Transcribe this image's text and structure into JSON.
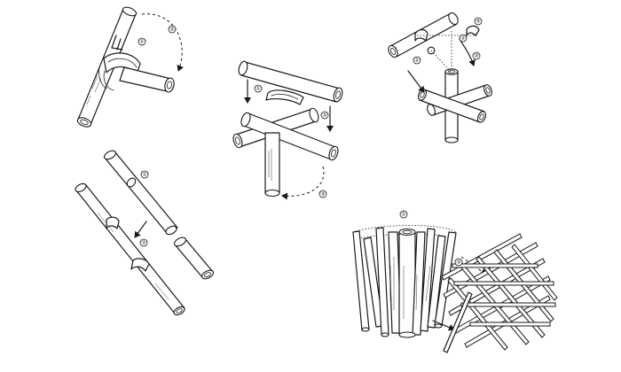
{
  "figure": {
    "panels": [
      {
        "id": "tee-saddle-joint",
        "markers": [
          "①",
          "②"
        ]
      },
      {
        "id": "cross-sleeve-joint",
        "markers": [
          "①",
          "②",
          "③"
        ]
      },
      {
        "id": "four-way-node-joint",
        "markers": [
          "①",
          "②",
          "③",
          "④"
        ]
      },
      {
        "id": "in-line-sleeve-joint",
        "markers": [
          "①",
          "②"
        ]
      },
      {
        "id": "bundle-and-lattice-weave",
        "markers": [
          "①",
          "②"
        ]
      }
    ]
  }
}
